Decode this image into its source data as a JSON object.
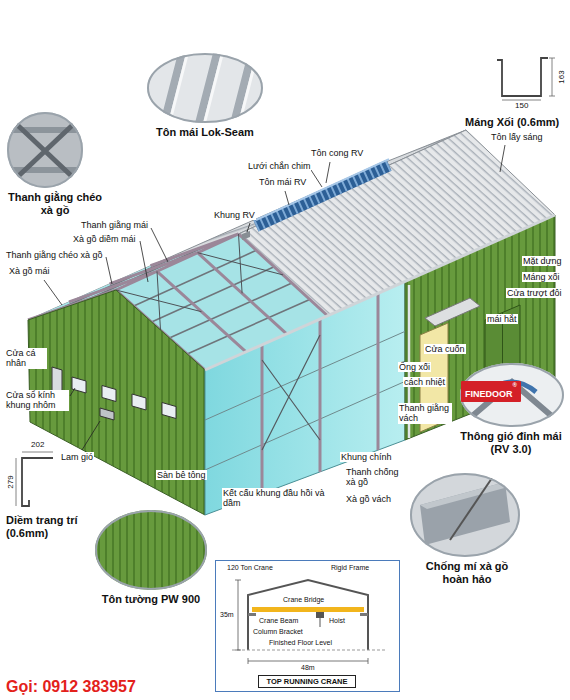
{
  "diagram": {
    "nodes": [
      {
        "text": [
          "Tôn mái Lok-Seam"
        ]
      },
      {
        "text": [
          "Thanh giằng chéo xà gồ"
        ]
      },
      {
        "text": [
          "Thông gió đỉnh mái (RV 3.0)"
        ]
      },
      {
        "text": [
          "FINEDOOR",
          "®"
        ],
        "in": 2
      },
      {
        "text": [
          "Chống mí xà gồ hoàn hảo"
        ]
      },
      {
        "text": [
          "Tôn tường PW 900"
        ]
      },
      {
        "text": [
          "TOP RUNNING CRANE"
        ]
      }
    ],
    "labels": [
      "Máng Xối (0.6mm)",
      "163",
      "150",
      "Tôn cong RV",
      "Lưới chắn chim",
      "Tôn lấy sáng",
      "Tôn mái RV",
      "Khung RV",
      "Thanh giằng mái",
      "Xà gồ diềm mái",
      "Thanh giằng chéo xà gồ",
      "Xà gồ mái",
      "Mặt dựng",
      "Máng xối",
      "Cửa trượt đôi",
      "mái hắt",
      "Cửa cuốn",
      "Cửa cá nhân",
      "Ống xối",
      "cách nhiệt",
      "Cửa sổ kính khung nhôm",
      "Thanh giằng vách",
      "Lam gió",
      "202",
      "Khung chính",
      "Sàn bê tông",
      "Thanh chống xà gồ",
      "279",
      "Kết cấu khung đầu hồi và dầm",
      "Xà gồ vách",
      "Diềm trang trí (0.6mm)",
      "120 Ton Crane",
      "Rigid Frame",
      "Crane Bridge",
      "Crane Beam",
      "Column Bracket",
      "Hoist",
      "35m",
      "Finished Floor Level",
      "48m",
      "Gọi: 0912 383957"
    ]
  }
}
